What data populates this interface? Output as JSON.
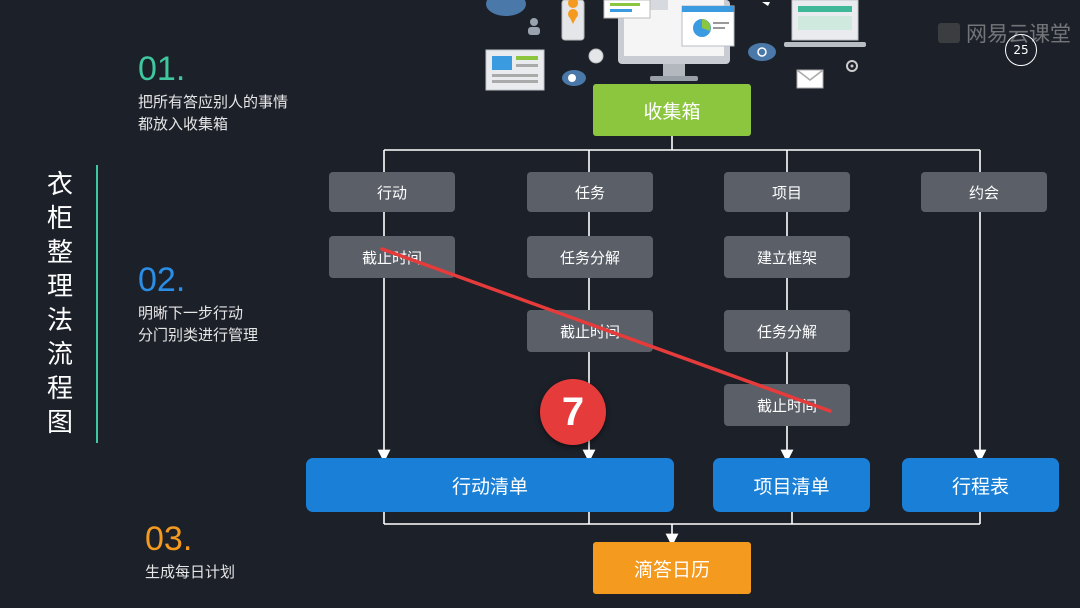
{
  "steps": [
    {
      "num": "01.",
      "line1": "把所有答应别人的事情",
      "line2": "都放入收集箱",
      "color": "#3fc8a0"
    },
    {
      "num": "02.",
      "line1": "明晰下一步行动",
      "line2": "分门别类进行管理",
      "color": "#2b8ee6"
    },
    {
      "num": "03.",
      "line1": "生成每日计划",
      "line2": "",
      "color": "#f49a1f"
    }
  ],
  "vertical_title": [
    "衣",
    "柜",
    "整",
    "理",
    "法",
    "流",
    "程",
    "图"
  ],
  "page_number": "25",
  "watermark": "网易云课堂",
  "annotation_number": "7",
  "flow": {
    "inbox": "收集箱",
    "categories": {
      "action": "行动",
      "task": "任务",
      "project": "项目",
      "appointment": "约会"
    },
    "action_steps": [
      "截止时间"
    ],
    "task_steps": [
      "任务分解",
      "截止时间"
    ],
    "project_steps": [
      "建立框架",
      "任务分解",
      "截止时间"
    ],
    "lists": {
      "action_list": "行动清单",
      "project_list": "项目清单",
      "schedule": "行程表"
    },
    "calendar": "滴答日历"
  },
  "colors": {
    "inbox": "#8cc63f",
    "list": "#1a7fd6",
    "calendar": "#f49a1f",
    "gray_box": "#5a5f68",
    "annotation": "#e63b3b"
  }
}
